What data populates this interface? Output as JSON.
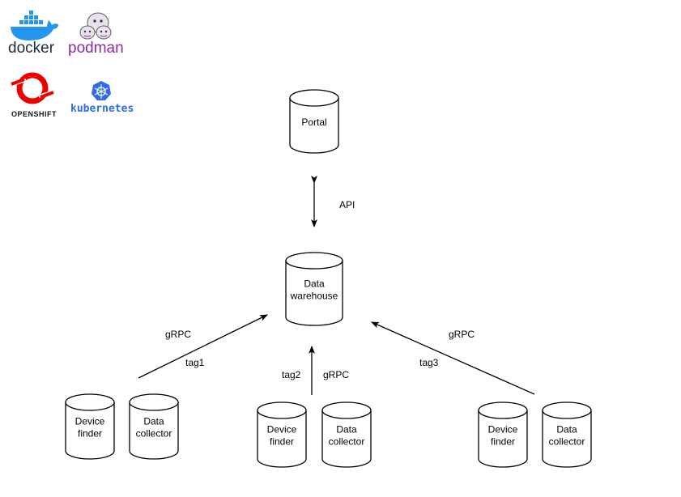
{
  "logos": {
    "docker": "docker",
    "podman": "podman",
    "openshift": "OPENSHIFT",
    "kubernetes": "kubernetes"
  },
  "nodes": {
    "portal": [
      "Portal"
    ],
    "warehouse": [
      "Data",
      "warehouse"
    ],
    "device_finder_1": [
      "Device",
      "finder"
    ],
    "data_collector_1": [
      "Data",
      "collector"
    ],
    "device_finder_2": [
      "Device",
      "finder"
    ],
    "data_collector_2": [
      "Data",
      "collector"
    ],
    "device_finder_3": [
      "Device",
      "finder"
    ],
    "data_collector_3": [
      "Data",
      "collector"
    ]
  },
  "edges": {
    "api": "API",
    "grpc_left": "gRPC",
    "tag1": "tag1",
    "tag2": "tag2",
    "grpc_center": "gRPC",
    "grpc_right": "gRPC",
    "tag3": "tag3"
  },
  "colors": {
    "docker_blue": "#2496ed",
    "podman_purple": "#892ca0",
    "openshift_red": "#ee0000",
    "kubernetes_blue": "#326ce5"
  }
}
